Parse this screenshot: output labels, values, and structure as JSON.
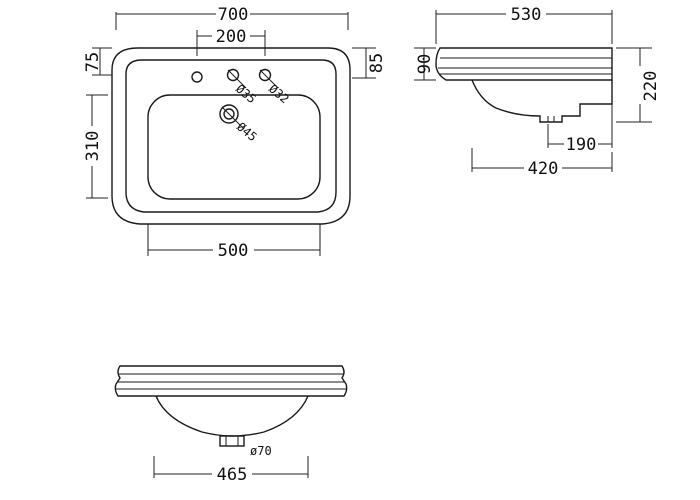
{
  "diagram": {
    "top_view": {
      "width": "700",
      "tap_spacing": "200",
      "back_edge": "75",
      "side_edge": "85",
      "depth": "310",
      "bowl_width": "500",
      "tap_hole_1": "Ø35",
      "tap_hole_2": "Ø32",
      "waste_hole": "Ø45"
    },
    "side_view": {
      "depth": "530",
      "rim_height": "90",
      "height": "220",
      "waste_offset": "190",
      "bowl_depth": "420"
    },
    "front_view": {
      "waste_diameter": "ø70",
      "bowl_width": "465"
    }
  }
}
